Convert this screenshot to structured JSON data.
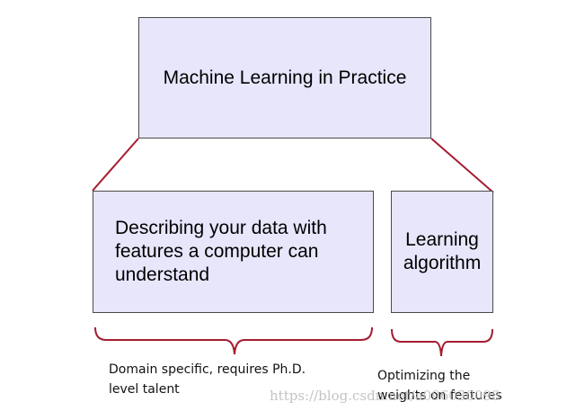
{
  "diagram": {
    "top_box": {
      "label": "Machine Learning in Practice"
    },
    "left_box": {
      "lines": [
        "Describing your data with",
        "features a computer can",
        "understand"
      ]
    },
    "right_box": {
      "lines": [
        "Learning",
        "algorithm"
      ]
    },
    "left_note": {
      "lines": [
        "Domain specific, requires Ph.D.",
        "level talent"
      ]
    },
    "right_note": {
      "lines": [
        "Optimizing the",
        "weights on features"
      ]
    },
    "colors": {
      "box_fill": "#e7e6fb",
      "box_border": "#4a4a4a",
      "connector": "#a51c30"
    }
  },
  "watermark": "https://blog.csdn.net/a096030098"
}
